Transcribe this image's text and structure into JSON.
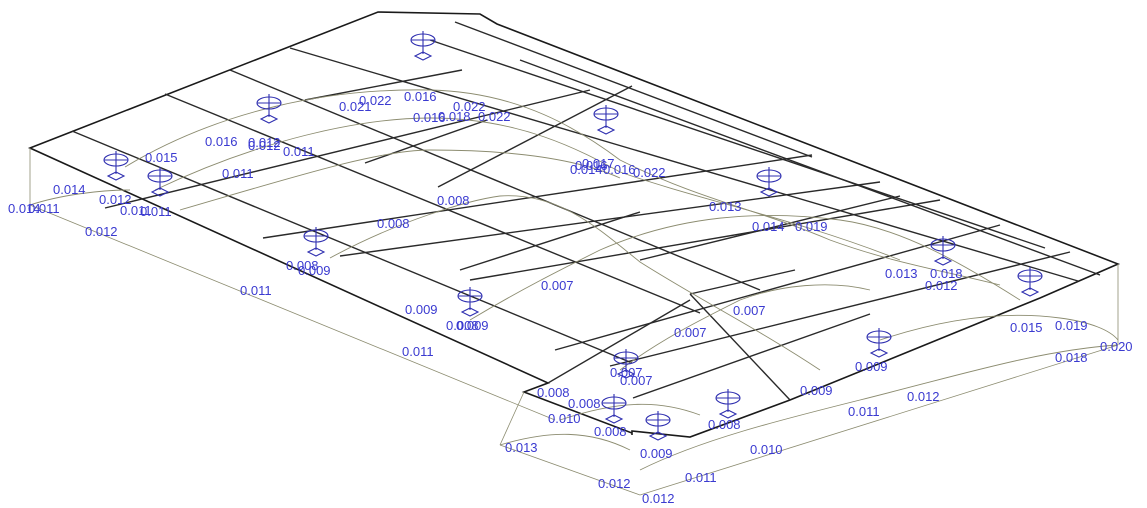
{
  "colors": {
    "value_label": "#3a3ad0",
    "slab_outline": "#1a1a1a",
    "deflection_curve": "#8c8c70",
    "support_symbol": "#2f2fb0"
  },
  "support_symbol_icon": "pinned-support-icon",
  "deflection_values": [
    "0.014",
    "0.014",
    "0.012",
    "0.012",
    "0.011",
    "0.011",
    "0.015",
    "0.011",
    "0.011",
    "0.016",
    "0.012",
    "0.011",
    "0.021",
    "0.022",
    "0.016",
    "0.022",
    "0.016",
    "0.018",
    "0.022",
    "0.008",
    "0.008",
    "0.011",
    "0.008",
    "0.009",
    "0.014",
    "0.016",
    "0.017",
    "0.016",
    "0.022",
    "0.013",
    "0.014",
    "0.019",
    "0.007",
    "0.009",
    "0.008",
    "0.009",
    "0.011",
    "0.007",
    "0.013",
    "0.018",
    "0.012",
    "0.007",
    "0.007",
    "0.007",
    "0.015",
    "0.019",
    "0.020",
    "0.018",
    "0.008",
    "0.009",
    "0.008",
    "0.010",
    "0.008",
    "0.013",
    "0.009",
    "0.011",
    "0.012",
    "0.012",
    "0.008",
    "0.010",
    "0.009",
    "0.012",
    "0.011",
    "0.012"
  ]
}
